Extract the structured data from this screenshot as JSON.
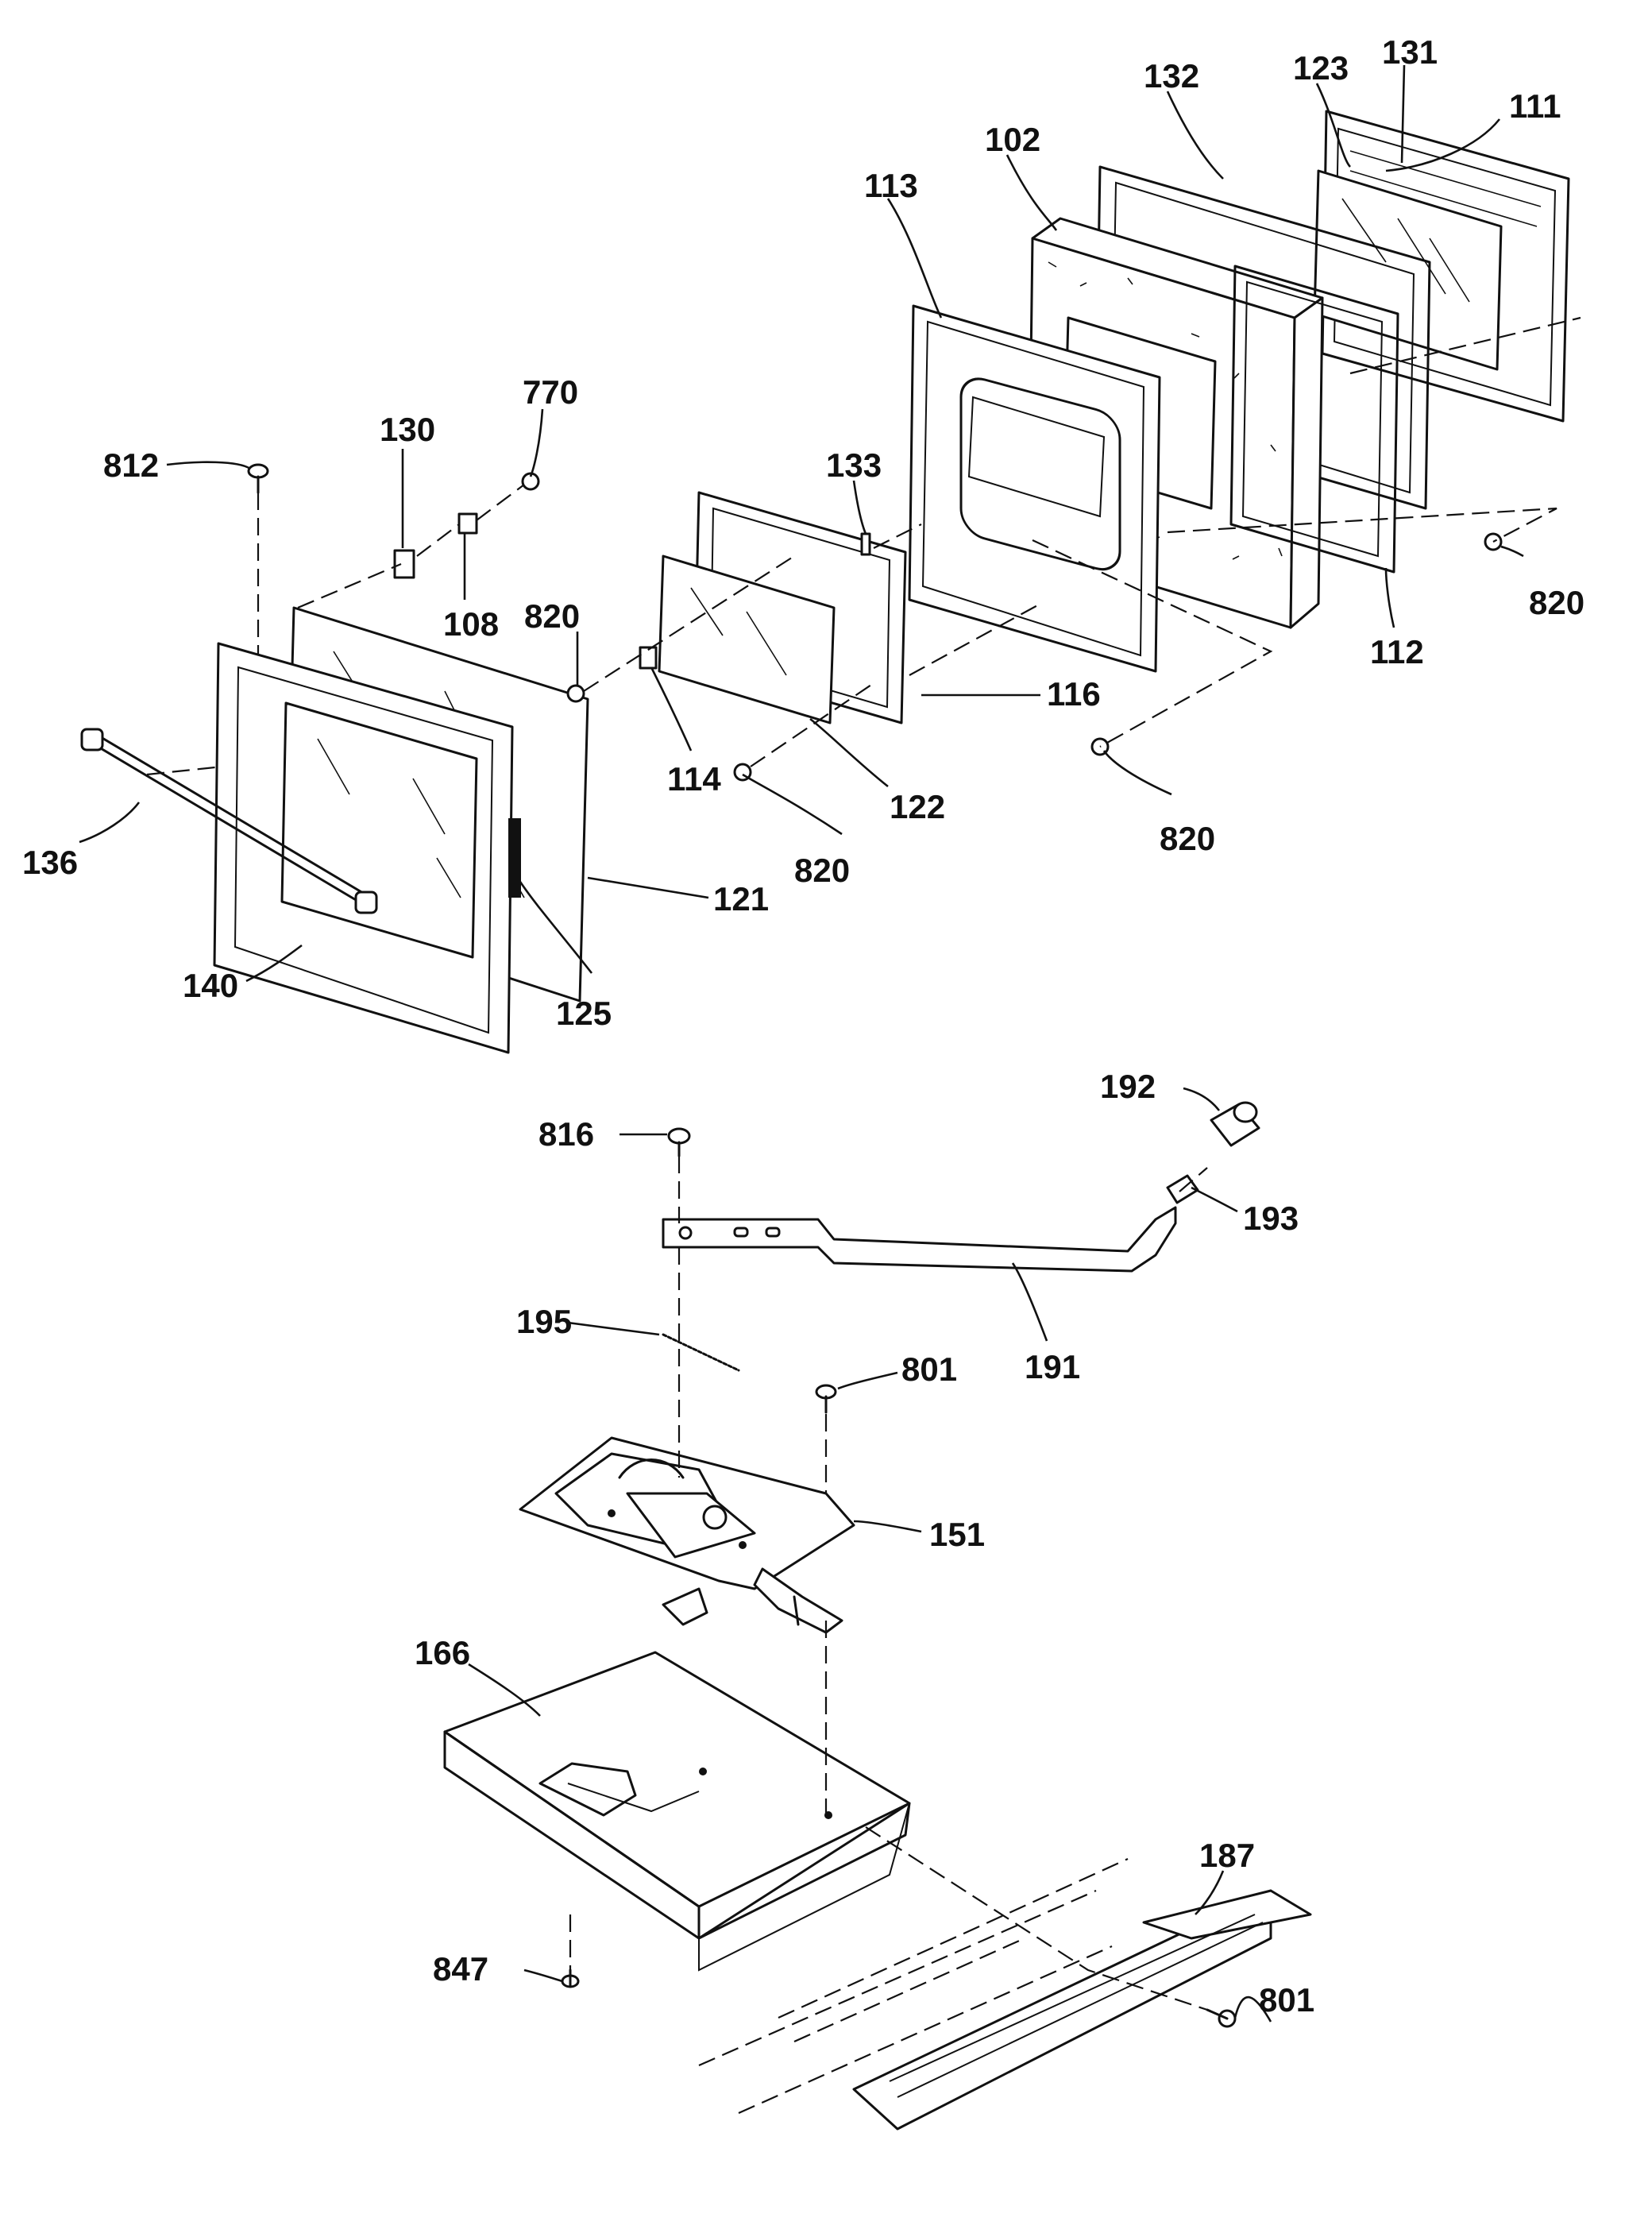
{
  "diagram": {
    "callouts": [
      "111",
      "131",
      "123",
      "132",
      "102",
      "113",
      "112",
      "820",
      "133",
      "770",
      "130",
      "812",
      "108",
      "820",
      "114",
      "116",
      "122",
      "820",
      "820",
      "136",
      "121",
      "140",
      "125",
      "816",
      "192",
      "193",
      "191",
      "195",
      "801",
      "151",
      "166",
      "187",
      "801",
      "847"
    ]
  }
}
